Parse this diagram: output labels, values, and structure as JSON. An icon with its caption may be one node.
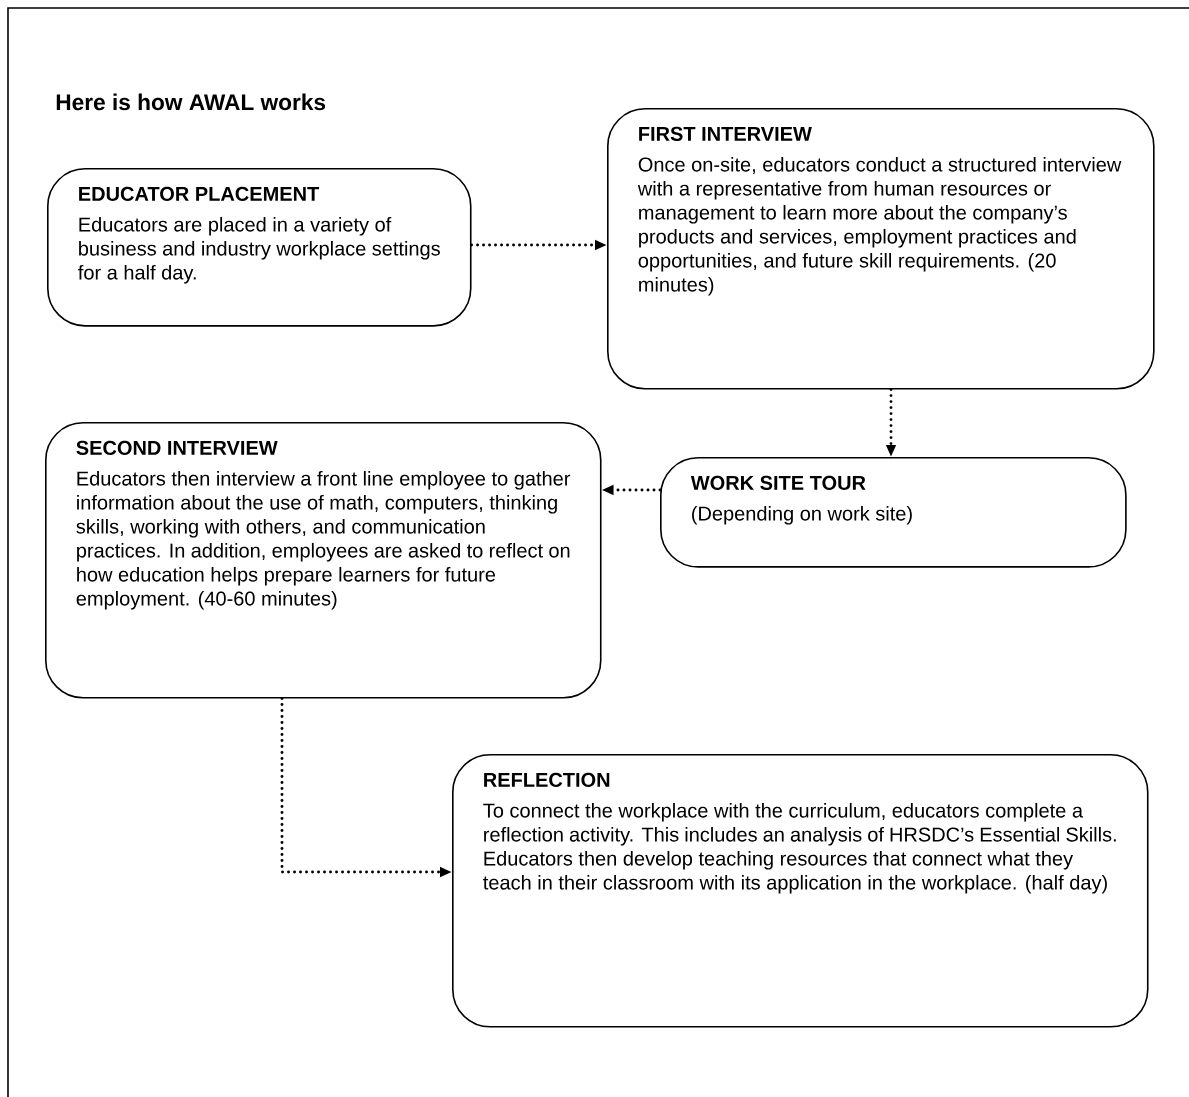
{
  "diagram": {
    "title": "Here is how AWAL works",
    "nodes": [
      {
        "text": [
          "EDUCATOR PLACEMENT",
          "Educators are placed in a variety of business and industry workplace settings for a half day."
        ]
      },
      {
        "text": [
          "FIRST INTERVIEW",
          "Once on-site, educators conduct a structured interview with a representative from human resources or management to learn more about the company’s products and services, employment practices and opportunities, and future skill requirements. (20 minutes)"
        ]
      },
      {
        "text": [
          "WORK SITE TOUR",
          "(Depending on work site)"
        ]
      },
      {
        "text": [
          "SECOND INTERVIEW",
          "Educators then interview a front line employee to gather information about the use of math, computers, thinking skills, working with others, and communication practices. In addition, employees are asked to reflect on how education helps prepare learners for future employment. (40-60 minutes)"
        ]
      },
      {
        "text": [
          "REFLECTION",
          "To connect the workplace with the curriculum, educators complete a reflection activity. This includes an analysis of HRSDC’s Essential Skills. Educators then develop teaching resources that connect what they teach in their classroom with its application in the workplace. (half day)"
        ]
      }
    ],
    "edges": [
      {
        "from": 0,
        "to": 1,
        "arrow": "to"
      },
      {
        "from": 1,
        "to": 2,
        "arrow": "to"
      },
      {
        "from": 2,
        "to": 3,
        "arrow": "to"
      },
      {
        "from": 3,
        "to": 4,
        "arrow": "to"
      }
    ]
  }
}
